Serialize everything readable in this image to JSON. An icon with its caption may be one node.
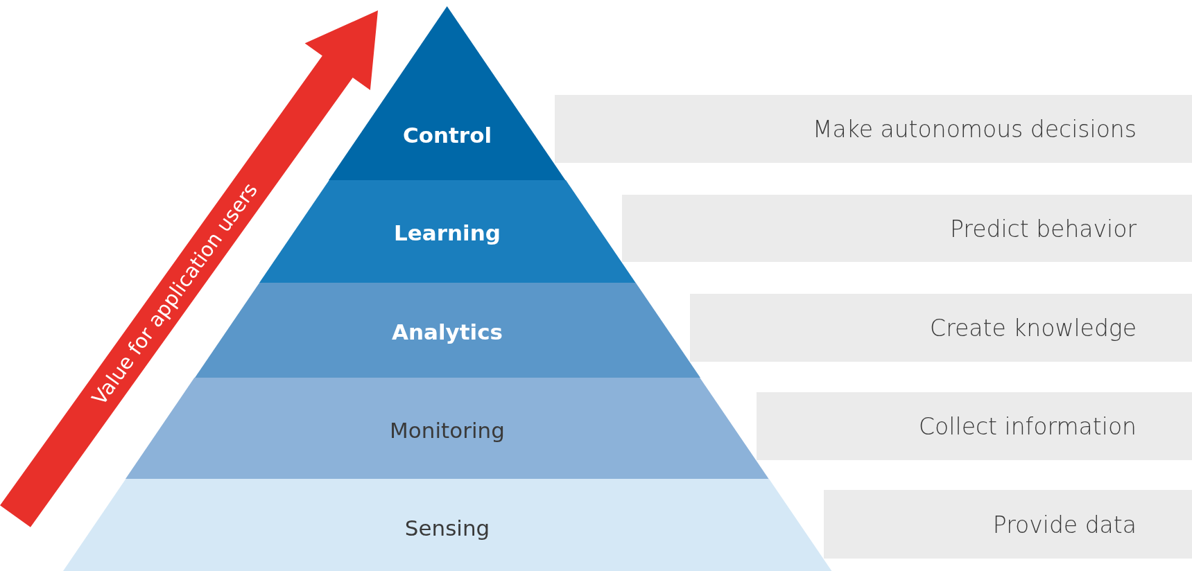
{
  "diagram": {
    "nodes": [
      {
        "text": [
          "Control"
        ]
      },
      {
        "text": [
          "Learning"
        ]
      },
      {
        "text": [
          "Analytics"
        ]
      },
      {
        "text": [
          "Monitoring"
        ]
      },
      {
        "text": [
          "Sensing"
        ]
      },
      {
        "text": [
          "Make autonomous decisions"
        ]
      },
      {
        "text": [
          "Predict behavior"
        ]
      },
      {
        "text": [
          "Create knowledge"
        ]
      },
      {
        "text": [
          "Collect information"
        ]
      },
      {
        "text": [
          "Provide data"
        ]
      }
    ],
    "edges": [],
    "labels": [
      "Value for application users"
    ]
  }
}
